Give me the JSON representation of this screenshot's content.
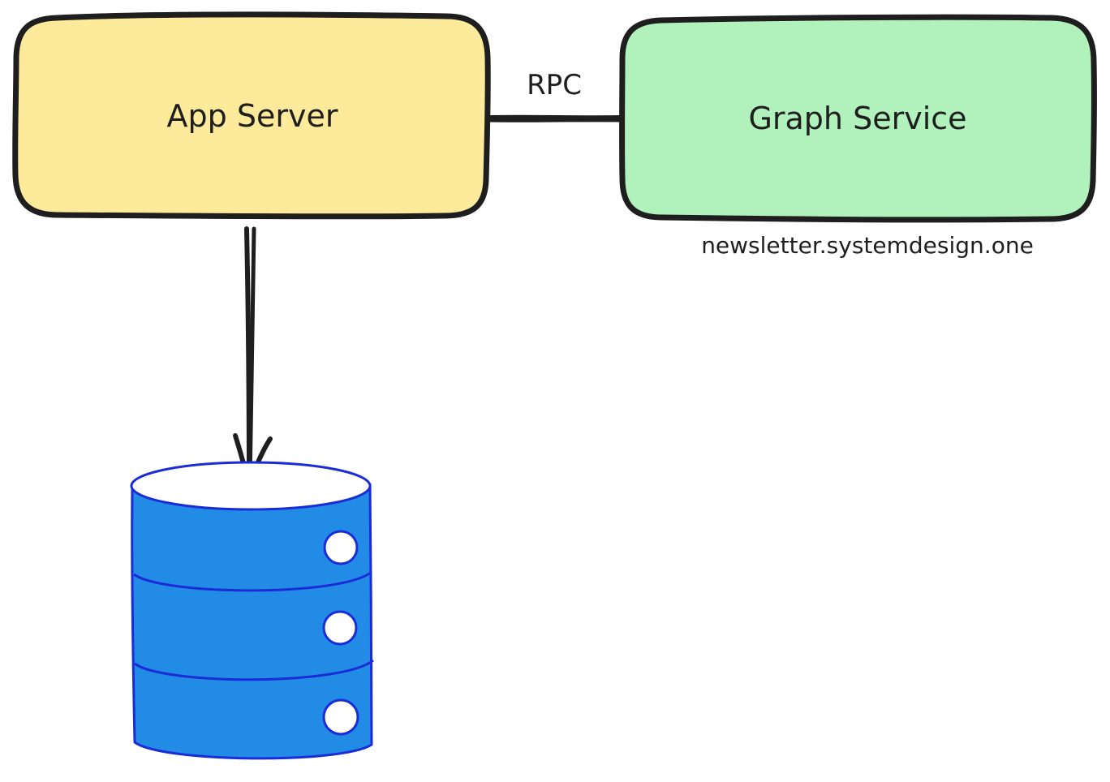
{
  "nodes": {
    "app_server": {
      "label": "App Server",
      "fill": "#fdea9a"
    },
    "graph_service": {
      "label": "Graph Service",
      "fill": "#b1f2bc"
    },
    "database": {
      "fill": "#228be6",
      "stroke": "#1a2cd6"
    }
  },
  "edges": {
    "rpc": {
      "label": "RPC"
    }
  },
  "watermark": "newsletter.systemdesign.one",
  "colors": {
    "stroke": "#1e1e1e",
    "background": "#ffffff"
  }
}
